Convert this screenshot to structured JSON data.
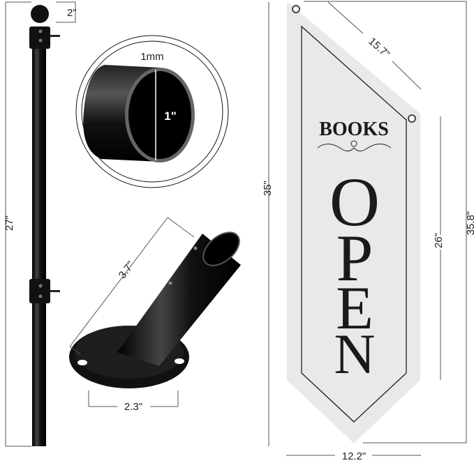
{
  "pole": {
    "ball_height": "2\"",
    "length": "27\""
  },
  "tube_detail": {
    "wall_thickness": "1mm",
    "diameter": "1\""
  },
  "bracket": {
    "tube_length": "3.7\"",
    "base_width": "2.3\""
  },
  "flag": {
    "title": "BOOKS",
    "letters": [
      "O",
      "P",
      "E",
      "N"
    ],
    "left_height": "35\"",
    "diagonal_top": "15.7\"",
    "total_height": "35.8\"",
    "side_height": "26\"",
    "width": "12.2\""
  },
  "colors": {
    "pole": "#0d0d0d",
    "flag": "#e9e9e9",
    "text": "#1a1a1a"
  }
}
